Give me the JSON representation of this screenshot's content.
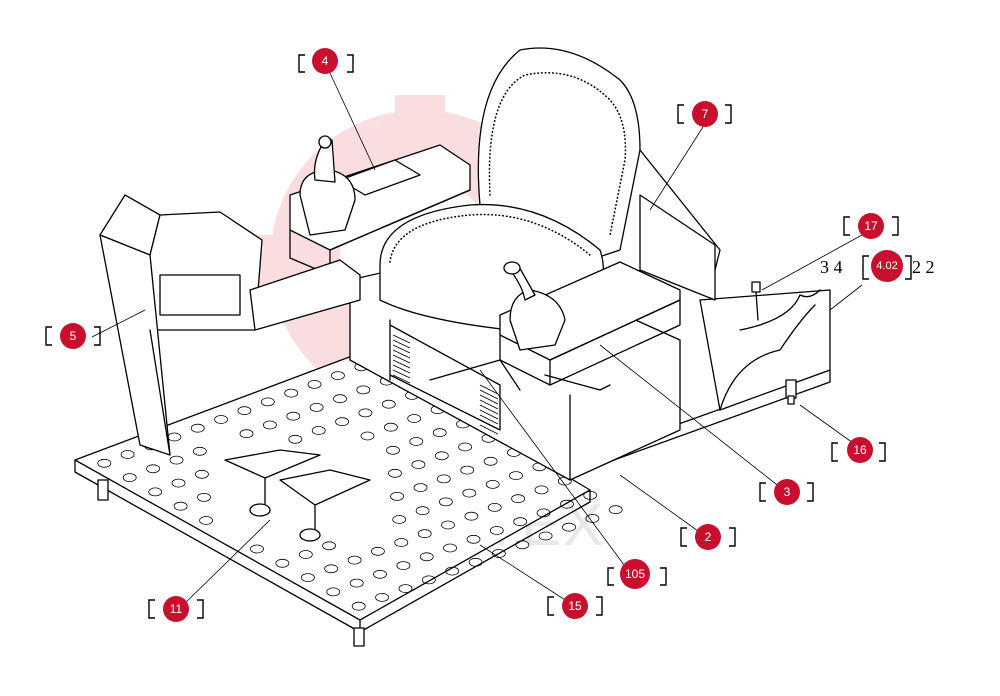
{
  "diagram": {
    "callouts": [
      {
        "id": "c4",
        "label": "4"
      },
      {
        "id": "c7",
        "label": "7"
      },
      {
        "id": "c17",
        "label": "17"
      },
      {
        "id": "c402",
        "label": "4.02"
      },
      {
        "id": "c5",
        "label": "5"
      },
      {
        "id": "c16",
        "label": "16"
      },
      {
        "id": "c3",
        "label": "3"
      },
      {
        "id": "c2",
        "label": "2"
      },
      {
        "id": "c105",
        "label": "105"
      },
      {
        "id": "c11",
        "label": "11"
      },
      {
        "id": "c15",
        "label": "15"
      }
    ],
    "side_reference": {
      "left": "3 4",
      "right": "2 2"
    },
    "watermark": {
      "text": "MIMTEX",
      "color": "#f6c9cc"
    },
    "colors": {
      "badge": "#c8102e",
      "line": "#000000"
    }
  }
}
